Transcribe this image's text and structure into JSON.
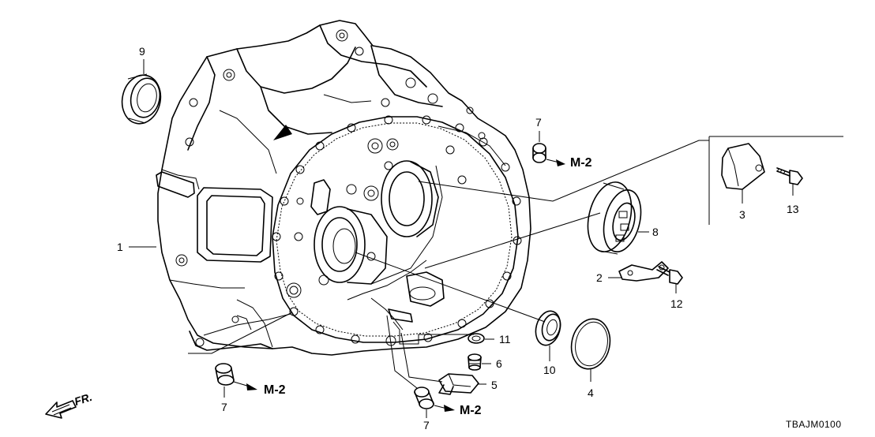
{
  "diagram": {
    "code": "TBAJM0100",
    "front_label": "FR.",
    "ref_labels": [
      "M-2",
      "M-2",
      "M-2"
    ],
    "callouts": [
      "9",
      "7",
      "1",
      "3",
      "13",
      "8",
      "2",
      "12",
      "11",
      "6",
      "5",
      "10",
      "4",
      "7",
      "7"
    ]
  }
}
